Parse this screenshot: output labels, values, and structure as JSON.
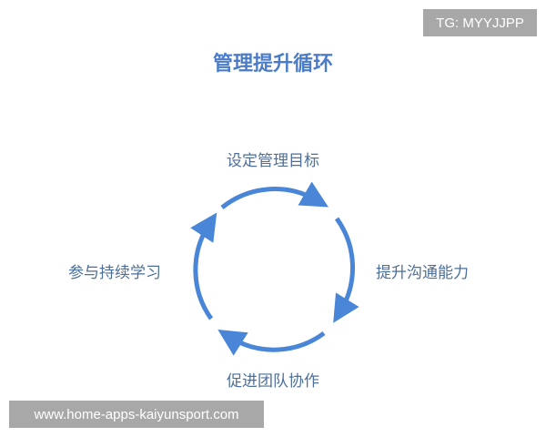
{
  "title": "管理提升循环",
  "steps": [
    {
      "position": "top",
      "label": "设定管理目标"
    },
    {
      "position": "right",
      "label": "提升沟通能力"
    },
    {
      "position": "bottom",
      "label": "促进团队协作"
    },
    {
      "position": "left",
      "label": "参与持续学习"
    }
  ],
  "cycle": {
    "direction": "clockwise",
    "arrow_color": "#4a86d8"
  },
  "colors": {
    "title": "#4a7cc9",
    "label": "#4d6f9a",
    "watermark_bg": "#a8a8a8"
  },
  "watermarks": {
    "top_right": "TG: MYYJJPP",
    "bottom_left": "www.home-apps-kaiyunsport.com"
  }
}
